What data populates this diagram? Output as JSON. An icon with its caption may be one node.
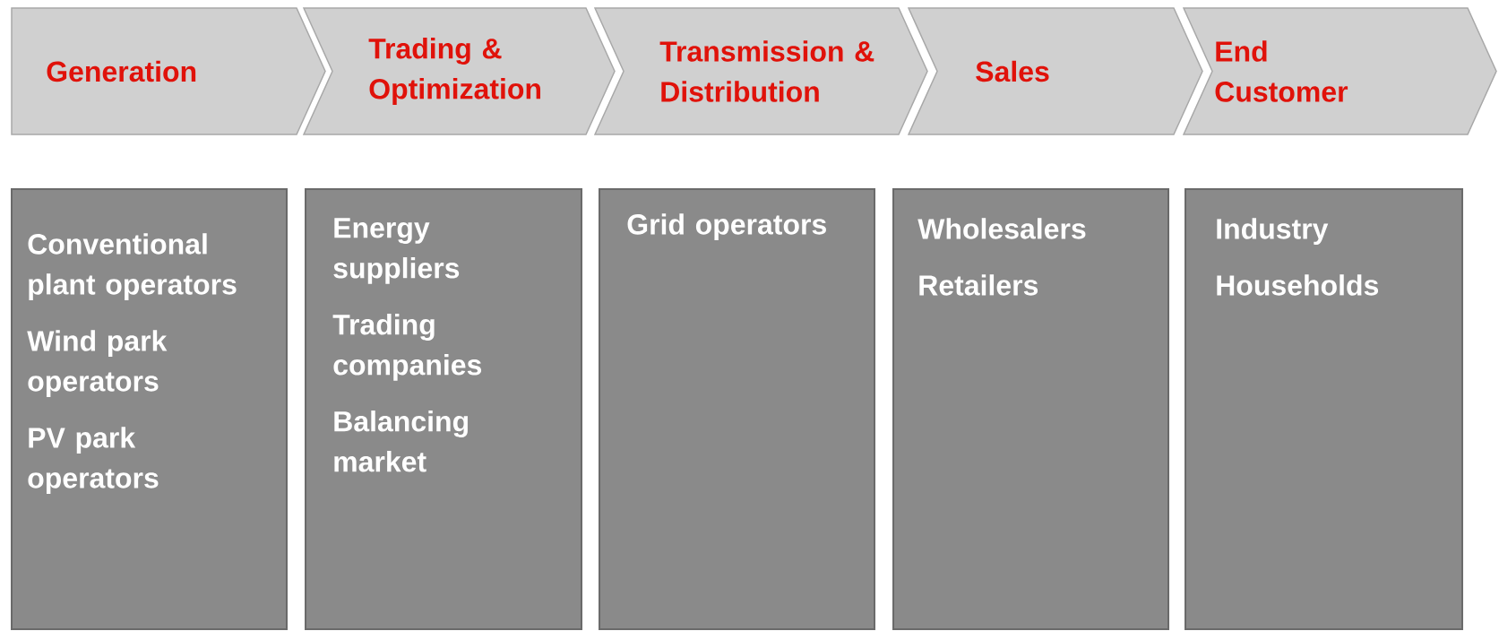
{
  "diagram": {
    "nodes": [
      {
        "text": [
          "Generation"
        ]
      },
      {
        "text": [
          "Trading & Optimization"
        ]
      },
      {
        "text": [
          "Transmission & Distribution"
        ]
      },
      {
        "text": [
          "Sales"
        ]
      },
      {
        "text": [
          "End Customer"
        ]
      },
      {
        "text": [
          "Conventional plant operators",
          "Wind park operators",
          "PV park operators"
        ]
      },
      {
        "text": [
          "Energy suppliers",
          "Trading companies",
          "Balancing market"
        ]
      },
      {
        "text": [
          "Grid operators"
        ]
      },
      {
        "text": [
          "Wholesalers",
          "Retailers"
        ]
      },
      {
        "text": [
          "Industry",
          "Households"
        ]
      }
    ]
  }
}
